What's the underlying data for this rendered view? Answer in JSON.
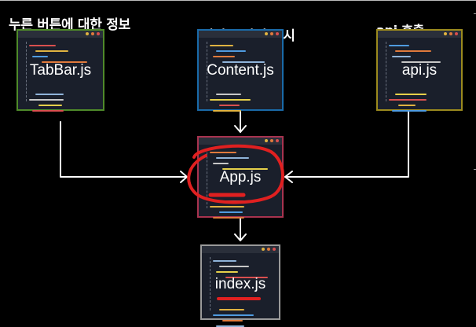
{
  "captions": {
    "tabbar": "누른 버튼에 대한 정보",
    "content": "알맞은 사진 표시",
    "api": "api 호출"
  },
  "files": {
    "tabbar": "TabBar.js",
    "content": "Content.js",
    "api": "api.js",
    "app": "App.js",
    "index": "index.js"
  },
  "colors": {
    "tabbar_border": "#4f8a2a",
    "content_border": "#1a6aa8",
    "api_border": "#9b8a1e",
    "app_border": "#a8334f",
    "index_border": "#9a9a9a",
    "highlight": "#e02020",
    "connector": "#ffffff"
  }
}
